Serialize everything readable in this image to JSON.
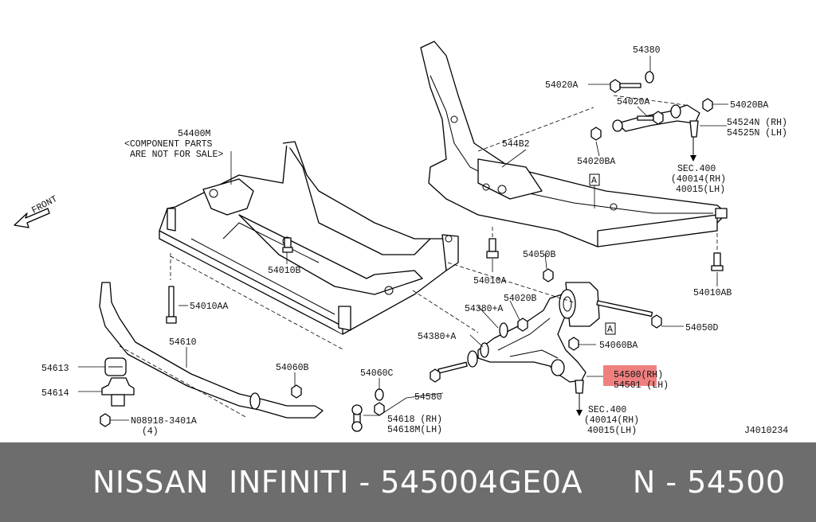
{
  "diagram": {
    "front_label": "FRONT",
    "ref_code": "J4010234",
    "highlight_color": "#f08080",
    "box_marker": "A",
    "labels": {
      "54400M": "54400M",
      "component_l1": "<COMPONENT PARTS",
      "component_l2": "ARE NOT FOR SALE>",
      "54010B": "54010B",
      "54010AA": "54010AA",
      "54610": "54610",
      "54613": "54613",
      "54614": "54614",
      "08918": "N08918-3401A",
      "qty4": "(4)",
      "54060B": "54060B",
      "54060C": "54060C",
      "54618": "54618 (RH)",
      "54618M": "54618M(LH)",
      "54580": "54580",
      "54380A_1": "54380+A",
      "54380A_2": "54380+A",
      "54020B": "54020B",
      "54050B": "54050B",
      "54010A": "54010A",
      "544B2": "544B2",
      "54380": "54380",
      "54020A_1": "54020A",
      "54020A_2": "54020A",
      "54020BA_1": "54020BA",
      "54020BA_2": "54020BA",
      "54524N": "54524N (RH)",
      "54525N": "54525N (LH)",
      "sec400_top": "SEC.400",
      "40014_top": "(40014(RH)",
      "40015_top": "40015(LH)",
      "54010AB": "54010AB",
      "54050D": "54050D",
      "54060BA": "54060BA",
      "54500": "54500(RH)",
      "54501": "54501 (LH)",
      "sec400_bot": "SEC.400",
      "40014_bot": "(40014(RH)",
      "40015_bot": "40015(LH)"
    }
  },
  "banner": {
    "text": "NISSAN  INFINITI - 545004GE0A     N - 54500",
    "background": "#6d6d6d"
  }
}
